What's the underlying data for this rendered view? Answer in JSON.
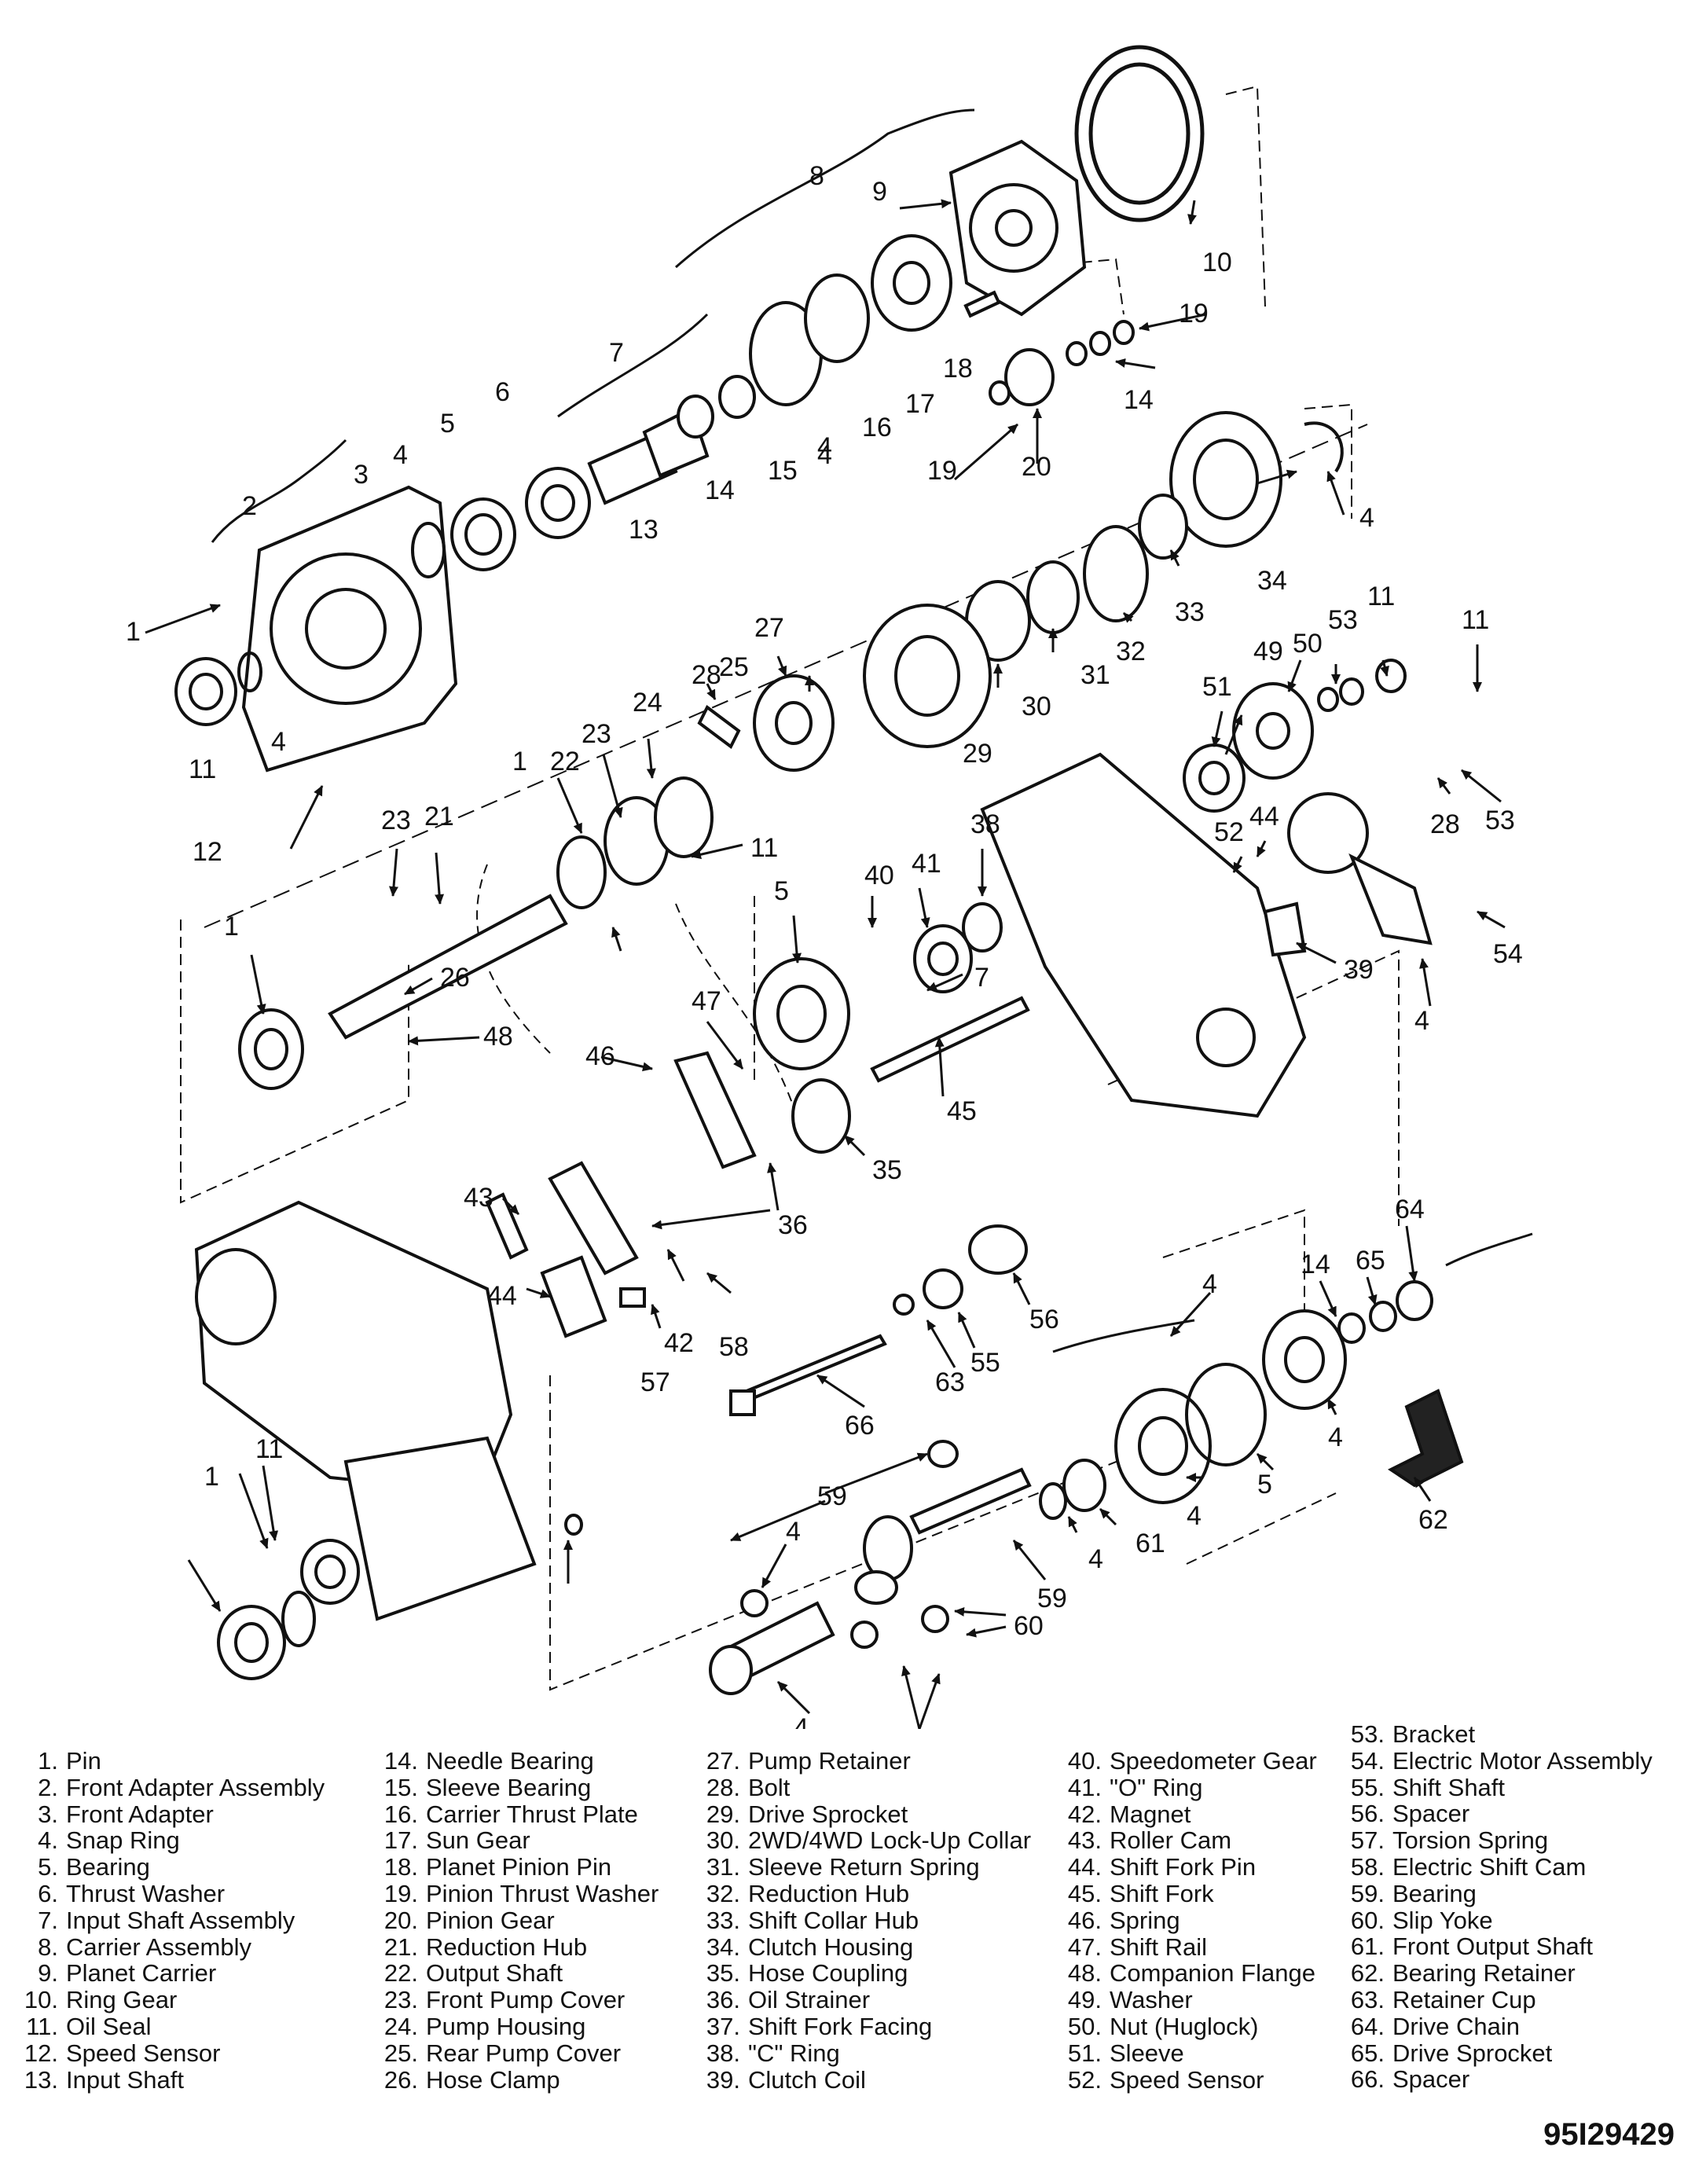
{
  "diagram": {
    "callouts": [
      {
        "id": "c1a",
        "text": "1"
      },
      {
        "id": "c2",
        "text": "2"
      },
      {
        "id": "c3",
        "text": "3"
      },
      {
        "id": "c4a",
        "text": "4"
      },
      {
        "id": "c5a",
        "text": "5"
      },
      {
        "id": "c6",
        "text": "6"
      },
      {
        "id": "c7a",
        "text": "7"
      },
      {
        "id": "c8",
        "text": "8"
      },
      {
        "id": "c9",
        "text": "9"
      },
      {
        "id": "c10",
        "text": "10"
      },
      {
        "id": "c11a",
        "text": "11"
      },
      {
        "id": "c4b",
        "text": "4"
      },
      {
        "id": "c12",
        "text": "12"
      },
      {
        "id": "c13",
        "text": "13"
      },
      {
        "id": "c14a",
        "text": "14"
      },
      {
        "id": "c15",
        "text": "15"
      },
      {
        "id": "c4c",
        "text": "4"
      },
      {
        "id": "c16",
        "text": "16"
      },
      {
        "id": "c17",
        "text": "17"
      },
      {
        "id": "c18",
        "text": "18"
      },
      {
        "id": "c19a",
        "text": "19"
      },
      {
        "id": "c14b",
        "text": "14"
      },
      {
        "id": "c19b",
        "text": "19"
      },
      {
        "id": "c20",
        "text": "20"
      },
      {
        "id": "c4d",
        "text": "4"
      },
      {
        "id": "c34",
        "text": "34"
      },
      {
        "id": "c33",
        "text": "33"
      },
      {
        "id": "c4e",
        "text": "4"
      },
      {
        "id": "c32",
        "text": "32"
      },
      {
        "id": "c31",
        "text": "31"
      },
      {
        "id": "c30",
        "text": "30"
      },
      {
        "id": "c29",
        "text": "29"
      },
      {
        "id": "c27",
        "text": "27"
      },
      {
        "id": "c28a",
        "text": "28"
      },
      {
        "id": "c25",
        "text": "25"
      },
      {
        "id": "c24",
        "text": "24"
      },
      {
        "id": "c23a",
        "text": "23"
      },
      {
        "id": "c22",
        "text": "22"
      },
      {
        "id": "c1b",
        "text": "1"
      },
      {
        "id": "c21",
        "text": "21"
      },
      {
        "id": "c23b",
        "text": "23"
      },
      {
        "id": "c1c",
        "text": "1"
      },
      {
        "id": "c26",
        "text": "26"
      },
      {
        "id": "c48",
        "text": "48"
      },
      {
        "id": "c11b",
        "text": "11"
      },
      {
        "id": "c49",
        "text": "49"
      },
      {
        "id": "c50",
        "text": "50"
      },
      {
        "id": "c53a",
        "text": "53"
      },
      {
        "id": "c11c",
        "text": "11"
      },
      {
        "id": "c11d",
        "text": "11"
      },
      {
        "id": "c51",
        "text": "51"
      },
      {
        "id": "c44a",
        "text": "44"
      },
      {
        "id": "c52",
        "text": "52"
      },
      {
        "id": "c28b",
        "text": "28"
      },
      {
        "id": "c53b",
        "text": "53"
      },
      {
        "id": "c54",
        "text": "54"
      },
      {
        "id": "c39",
        "text": "39"
      },
      {
        "id": "c4f",
        "text": "4"
      },
      {
        "id": "c5b",
        "text": "5"
      },
      {
        "id": "c40",
        "text": "40"
      },
      {
        "id": "c41",
        "text": "41"
      },
      {
        "id": "c38",
        "text": "38"
      },
      {
        "id": "c7b",
        "text": "7"
      },
      {
        "id": "c47",
        "text": "47"
      },
      {
        "id": "c46",
        "text": "46"
      },
      {
        "id": "c45",
        "text": "45"
      },
      {
        "id": "c35",
        "text": "35"
      },
      {
        "id": "c36",
        "text": "36"
      },
      {
        "id": "c43",
        "text": "43"
      },
      {
        "id": "c44b",
        "text": "44"
      },
      {
        "id": "c42",
        "text": "42"
      },
      {
        "id": "c58",
        "text": "58"
      },
      {
        "id": "c57",
        "text": "57"
      },
      {
        "id": "c56",
        "text": "56"
      },
      {
        "id": "c55",
        "text": "55"
      },
      {
        "id": "c63",
        "text": "63"
      },
      {
        "id": "c66",
        "text": "66"
      },
      {
        "id": "c4g",
        "text": "4"
      },
      {
        "id": "c14c",
        "text": "14"
      },
      {
        "id": "c65",
        "text": "65"
      },
      {
        "id": "c64",
        "text": "64"
      },
      {
        "id": "c4h",
        "text": "4"
      },
      {
        "id": "c62",
        "text": "62"
      },
      {
        "id": "c5c",
        "text": "5"
      },
      {
        "id": "c4i",
        "text": "4"
      },
      {
        "id": "c61",
        "text": "61"
      },
      {
        "id": "c4j",
        "text": "4"
      },
      {
        "id": "c59a",
        "text": "59"
      },
      {
        "id": "c59b",
        "text": "59"
      },
      {
        "id": "c4k",
        "text": "4"
      },
      {
        "id": "c60",
        "text": "60"
      },
      {
        "id": "c5d",
        "text": "5"
      },
      {
        "id": "c4l",
        "text": "4"
      },
      {
        "id": "c11e",
        "text": "11"
      },
      {
        "id": "c1d",
        "text": "1"
      }
    ]
  },
  "legend": {
    "columns": [
      [
        {
          "num": "1.",
          "label": "Pin"
        },
        {
          "num": "2.",
          "label": "Front Adapter Assembly"
        },
        {
          "num": "3.",
          "label": "Front Adapter"
        },
        {
          "num": "4.",
          "label": "Snap Ring"
        },
        {
          "num": "5.",
          "label": "Bearing"
        },
        {
          "num": "6.",
          "label": "Thrust Washer"
        },
        {
          "num": "7.",
          "label": "Input Shaft Assembly"
        },
        {
          "num": "8.",
          "label": "Carrier Assembly"
        },
        {
          "num": "9.",
          "label": "Planet Carrier"
        },
        {
          "num": "10.",
          "label": "Ring Gear"
        },
        {
          "num": "11.",
          "label": "Oil Seal"
        },
        {
          "num": "12.",
          "label": "Speed Sensor"
        },
        {
          "num": "13.",
          "label": "Input Shaft"
        }
      ],
      [
        {
          "num": "14.",
          "label": "Needle Bearing"
        },
        {
          "num": "15.",
          "label": "Sleeve Bearing"
        },
        {
          "num": "16.",
          "label": "Carrier Thrust Plate"
        },
        {
          "num": "17.",
          "label": "Sun Gear"
        },
        {
          "num": "18.",
          "label": "Planet Pinion Pin"
        },
        {
          "num": "19.",
          "label": "Pinion Thrust Washer"
        },
        {
          "num": "20.",
          "label": "Pinion Gear"
        },
        {
          "num": "21.",
          "label": "Reduction Hub"
        },
        {
          "num": "22.",
          "label": "Output Shaft"
        },
        {
          "num": "23.",
          "label": "Front Pump Cover"
        },
        {
          "num": "24.",
          "label": "Pump Housing"
        },
        {
          "num": "25.",
          "label": "Rear Pump Cover"
        },
        {
          "num": "26.",
          "label": "Hose Clamp"
        }
      ],
      [
        {
          "num": "27.",
          "label": "Pump Retainer"
        },
        {
          "num": "28.",
          "label": "Bolt"
        },
        {
          "num": "29.",
          "label": "Drive Sprocket"
        },
        {
          "num": "30.",
          "label": "2WD/4WD Lock-Up Collar"
        },
        {
          "num": "31.",
          "label": "Sleeve Return Spring"
        },
        {
          "num": "32.",
          "label": "Reduction Hub"
        },
        {
          "num": "33.",
          "label": "Shift Collar Hub"
        },
        {
          "num": "34.",
          "label": "Clutch Housing"
        },
        {
          "num": "35.",
          "label": "Hose Coupling"
        },
        {
          "num": "36.",
          "label": "Oil Strainer"
        },
        {
          "num": "37.",
          "label": "Shift Fork Facing"
        },
        {
          "num": "38.",
          "label": "\"C\" Ring"
        },
        {
          "num": "39.",
          "label": "Clutch Coil"
        }
      ],
      [
        {
          "num": "40.",
          "label": "Speedometer Gear"
        },
        {
          "num": "41.",
          "label": "\"O\" Ring"
        },
        {
          "num": "42.",
          "label": "Magnet"
        },
        {
          "num": "43.",
          "label": "Roller Cam"
        },
        {
          "num": "44.",
          "label": "Shift Fork Pin"
        },
        {
          "num": "45.",
          "label": "Shift Fork"
        },
        {
          "num": "46.",
          "label": "Spring"
        },
        {
          "num": "47.",
          "label": "Shift Rail"
        },
        {
          "num": "48.",
          "label": "Companion Flange"
        },
        {
          "num": "49.",
          "label": "Washer"
        },
        {
          "num": "50.",
          "label": "Nut (Huglock)"
        },
        {
          "num": "51.",
          "label": "Sleeve"
        },
        {
          "num": "52.",
          "label": "Speed Sensor"
        }
      ],
      [
        {
          "num": "53.",
          "label": "Bracket"
        },
        {
          "num": "54.",
          "label": "Electric Motor Assembly"
        },
        {
          "num": "55.",
          "label": "Shift Shaft"
        },
        {
          "num": "56.",
          "label": "Spacer"
        },
        {
          "num": "57.",
          "label": "Torsion Spring"
        },
        {
          "num": "58.",
          "label": "Electric Shift Cam"
        },
        {
          "num": "59.",
          "label": "Bearing"
        },
        {
          "num": "60.",
          "label": "Slip Yoke"
        },
        {
          "num": "61.",
          "label": "Front Output Shaft"
        },
        {
          "num": "62.",
          "label": "Bearing Retainer"
        },
        {
          "num": "63.",
          "label": "Retainer Cup"
        },
        {
          "num": "64.",
          "label": "Drive Chain"
        },
        {
          "num": "65.",
          "label": "Drive Sprocket"
        },
        {
          "num": "66.",
          "label": "Spacer"
        }
      ]
    ]
  },
  "figure_code": "95I29429"
}
